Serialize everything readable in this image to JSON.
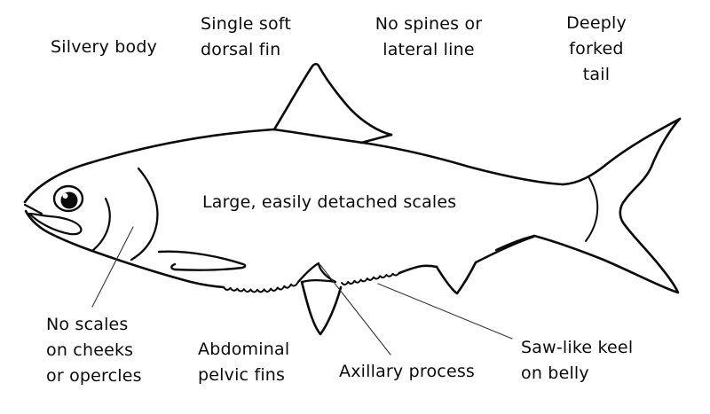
{
  "figure": {
    "icon": "fish-line-drawing"
  },
  "labels": {
    "silvery_body": "Silvery body",
    "dorsal_fin": "Single soft\ndorsal fin",
    "no_spines": "No spines or\nlateral line",
    "forked_tail": "Deeply\nforked\ntail",
    "scales": "Large, easily detached scales",
    "cheeks": "No scales\non cheeks\nor opercles",
    "pelvic_fins": "Abdominal\npelvic fins",
    "axillary": "Axillary process",
    "keel": "Saw-like keel\non belly"
  },
  "colors": {
    "ink": "#0a0a0a",
    "background": "#ffffff",
    "leader_line": "#333333"
  }
}
